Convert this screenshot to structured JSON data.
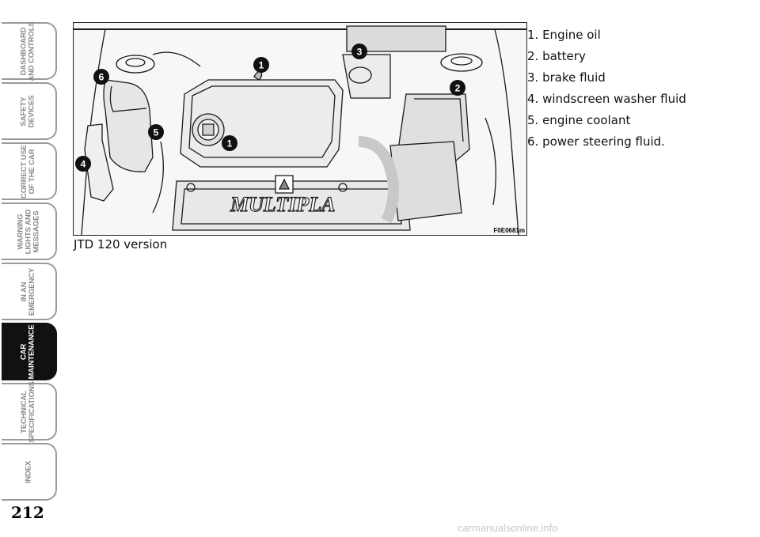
{
  "sidebar": {
    "tabs": [
      {
        "label": "DASHBOARD\nAND CONTROLS",
        "active": false
      },
      {
        "label": "SAFETY\nDEVICES",
        "active": false
      },
      {
        "label": "CORRECT USE\nOF THE CAR",
        "active": false
      },
      {
        "label": "WARNING\nLIGHTS AND\nMESSAGES",
        "active": false
      },
      {
        "label": "IN AN\nEMERGENCY",
        "active": false
      },
      {
        "label": "CAR\nMAINTENANCE",
        "active": true
      },
      {
        "label": "TECHNICAL\nSPECIFICATIONS",
        "active": false
      },
      {
        "label": "INDEX",
        "active": false
      }
    ]
  },
  "page_number": "212",
  "figure": {
    "code": "F0E0681m",
    "caption": "JTD 120 version",
    "engine_cover_text": "MULTIPLA",
    "callouts": [
      "1",
      "1",
      "2",
      "3",
      "4",
      "5",
      "6"
    ]
  },
  "legend": {
    "items": [
      "1. Engine oil",
      "2. battery",
      "3. brake fluid",
      "4. windscreen washer fluid",
      "5. engine coolant",
      "6. power steering fluid."
    ]
  },
  "footer": {
    "watermark": "carmanualsonline.info"
  },
  "colors": {
    "tab_border": "#9a9a9a",
    "tab_text": "#8a8a8a",
    "tab_active": "#111111",
    "watermark": "#c8c8c8"
  }
}
